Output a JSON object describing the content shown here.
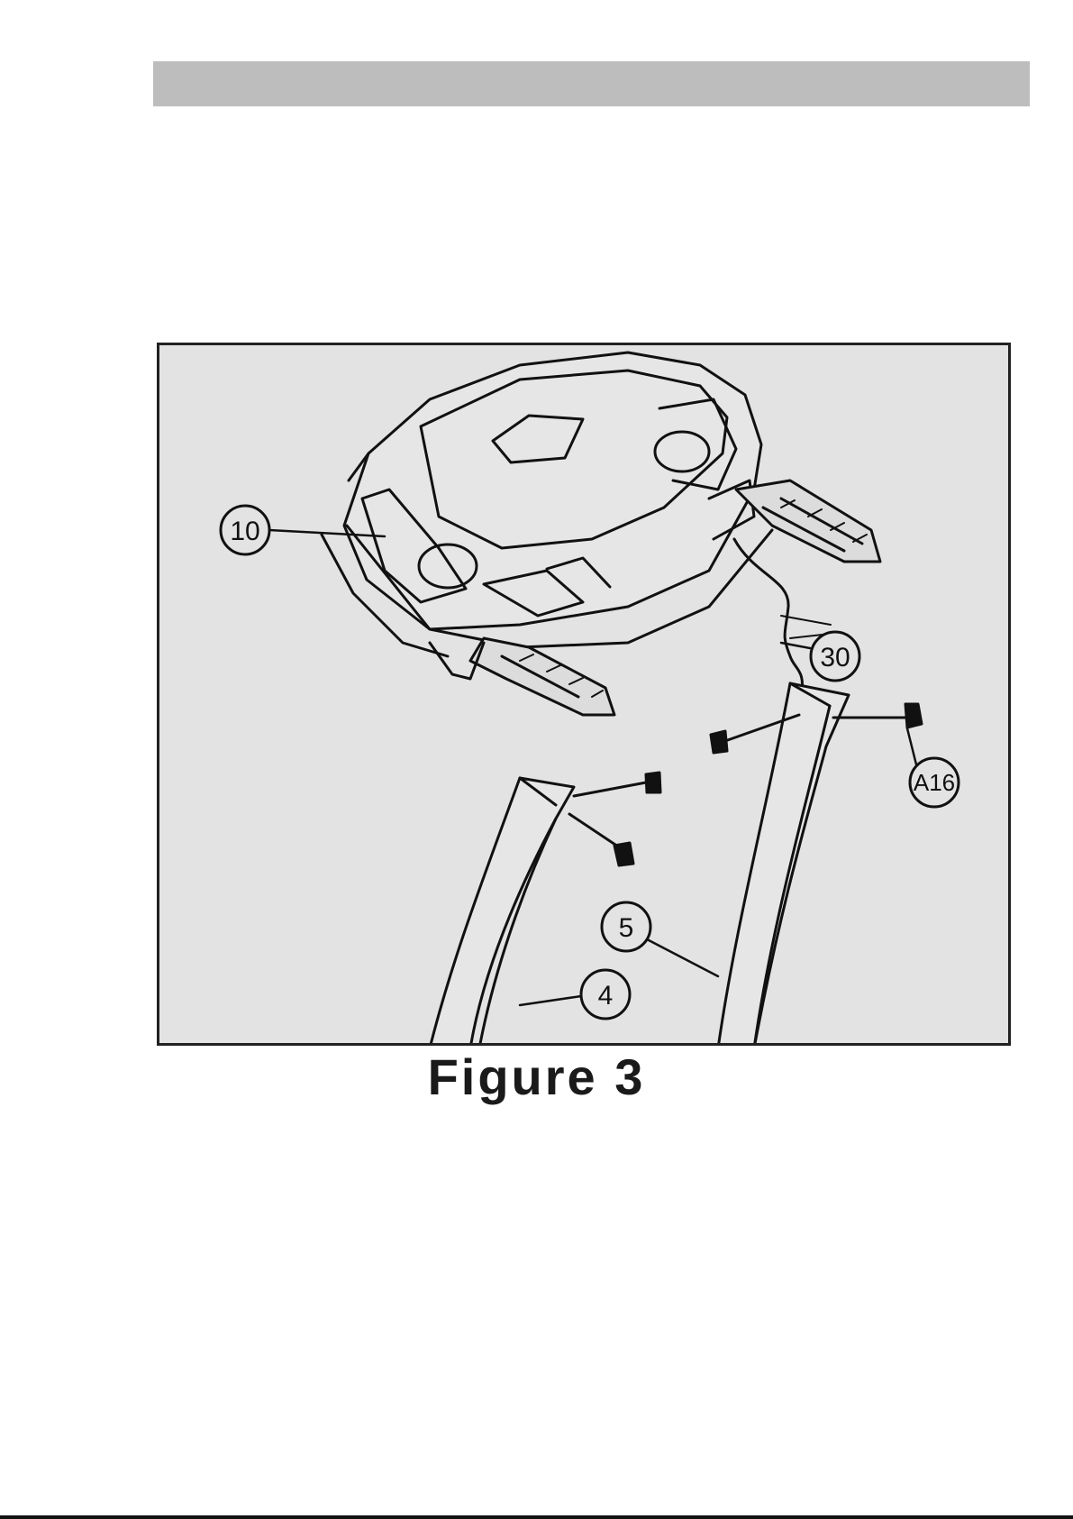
{
  "figure": {
    "caption": "Figure 3",
    "callouts": [
      {
        "id": "10",
        "label": "10"
      },
      {
        "id": "30",
        "label": "30"
      },
      {
        "id": "A16",
        "label": "A16"
      },
      {
        "id": "5",
        "label": "5"
      },
      {
        "id": "4",
        "label": "4"
      }
    ]
  },
  "colors": {
    "page_background": "#ffffff",
    "header_bar": "#bdbdbd",
    "figure_background": "#e3e3e3",
    "line": "#111111"
  },
  "icons": [
    "console-illustration",
    "upright-tube-left",
    "upright-tube-right",
    "screw-bolt",
    "cable-wire"
  ]
}
